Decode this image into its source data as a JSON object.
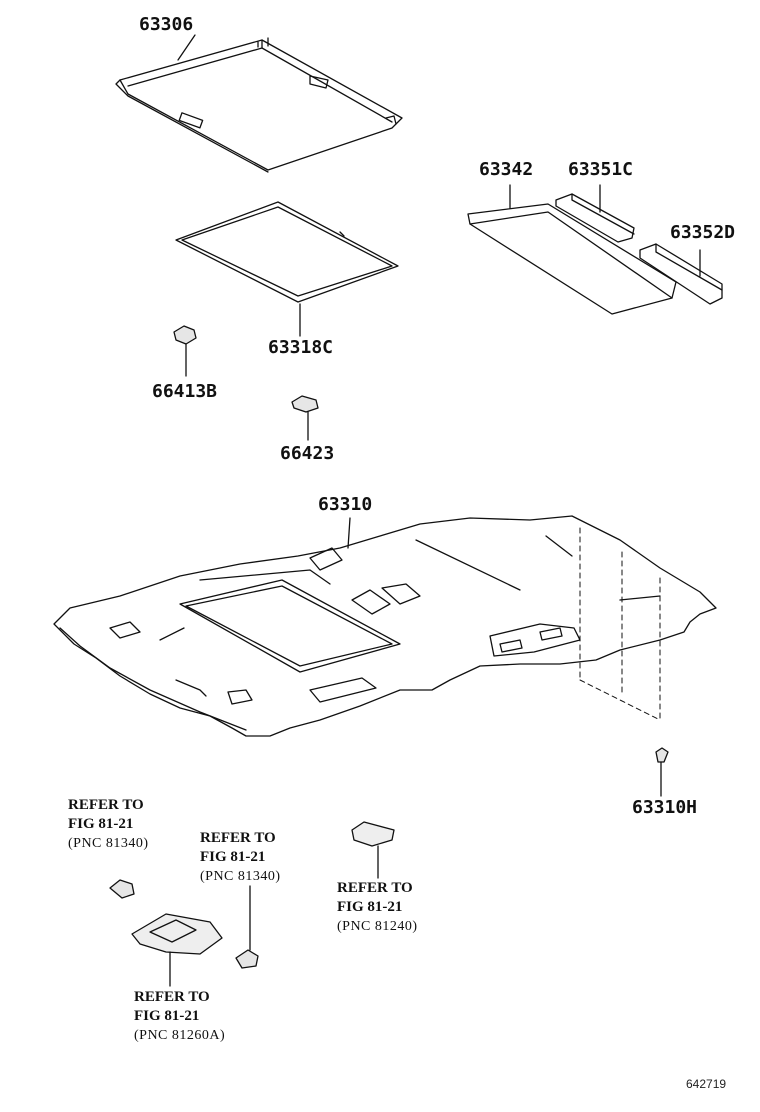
{
  "parts": {
    "p63306": "63306",
    "p63342": "63342",
    "p63351c": "63351C",
    "p63352d": "63352D",
    "p63318c": "63318C",
    "p66413b": "66413B",
    "p66423": "66423",
    "p63310": "63310",
    "p63310h": "63310H"
  },
  "references": {
    "r1": {
      "line1": "REFER TO",
      "line2": "FIG 81-21",
      "line3": "(PNC 81340)"
    },
    "r2": {
      "line1": "REFER TO",
      "line2": "FIG 81-21",
      "line3": "(PNC 81340)"
    },
    "r3": {
      "line1": "REFER TO",
      "line2": "FIG 81-21",
      "line3": "(PNC 81240)"
    },
    "r4": {
      "line1": "REFER TO",
      "line2": "FIG 81-21",
      "line3": "(PNC 81260A)"
    }
  },
  "figure_number": "642719"
}
